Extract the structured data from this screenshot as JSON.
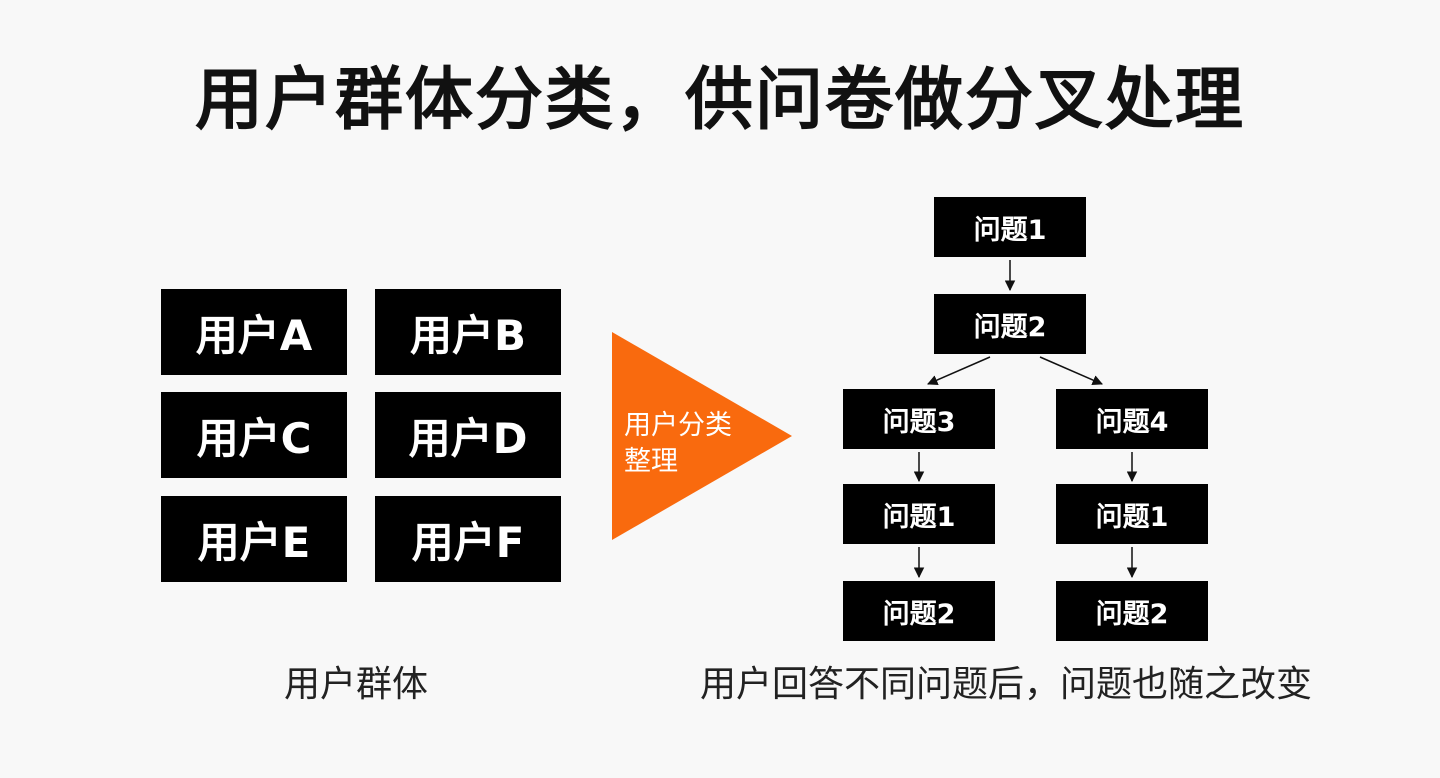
{
  "title": "用户群体分类，供问卷做分叉处理",
  "users": [
    "用户A",
    "用户B",
    "用户C",
    "用户D",
    "用户E",
    "用户F"
  ],
  "classify": {
    "line1": "用户分类",
    "line2": "整理",
    "color": "#f96a0e"
  },
  "flow": {
    "root": [
      "问题1",
      "问题2"
    ],
    "left_branch": [
      "问题3",
      "问题1",
      "问题2"
    ],
    "right_branch": [
      "问题4",
      "问题1",
      "问题2"
    ]
  },
  "captions": {
    "left": "用户群体",
    "right": "用户回答不同问题后，问题也随之改变"
  }
}
